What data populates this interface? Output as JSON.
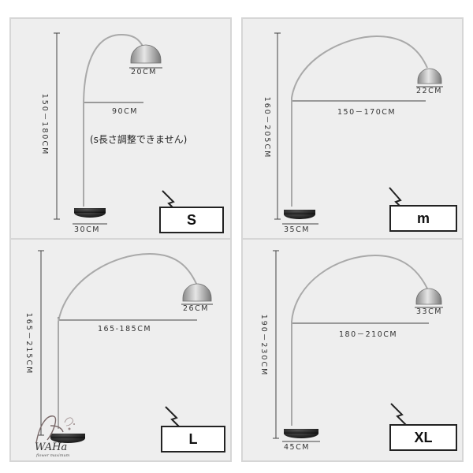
{
  "panels": {
    "s": {
      "size_label": "S",
      "height": "150－180CM",
      "reach": "90CM",
      "shade": "20CM",
      "base": "30CM",
      "note": "(s長さ調整できません)"
    },
    "m": {
      "size_label": "m",
      "height": "160－205CM",
      "reach": "150－170CM",
      "shade": "22CM",
      "base": "35CM"
    },
    "l": {
      "size_label": "L",
      "height": "165－215CM",
      "reach": "165-185CM",
      "shade": "26CM"
    },
    "xl": {
      "size_label": "XL",
      "height": "190－230CM",
      "reach": "180－210CM",
      "shade": "33CM",
      "base": "45CM"
    }
  },
  "watermark": {
    "brand": "WAHa",
    "tagline": "flower maximum"
  }
}
